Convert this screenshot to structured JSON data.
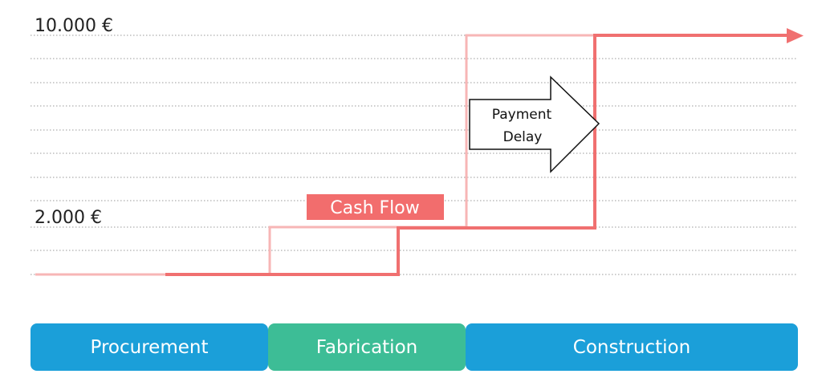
{
  "y_axis": {
    "top_label": "10.000 €",
    "bottom_label": "2.000 €"
  },
  "annotations": {
    "payment_delay_line1": "Payment",
    "payment_delay_line2": "Delay",
    "cash_flow": "Cash Flow"
  },
  "phases": [
    {
      "label": "Procurement",
      "color": "#1b9fd9"
    },
    {
      "label": "Fabrication",
      "color": "#3dbd96"
    },
    {
      "label": "Construction",
      "color": "#1b9fd9"
    }
  ],
  "colors": {
    "cash_flow_line": "#f07070",
    "planned_line": "#f7b6b6",
    "cash_flow_badge": "#f26d6d",
    "gridline": "#9a9a9a"
  }
}
